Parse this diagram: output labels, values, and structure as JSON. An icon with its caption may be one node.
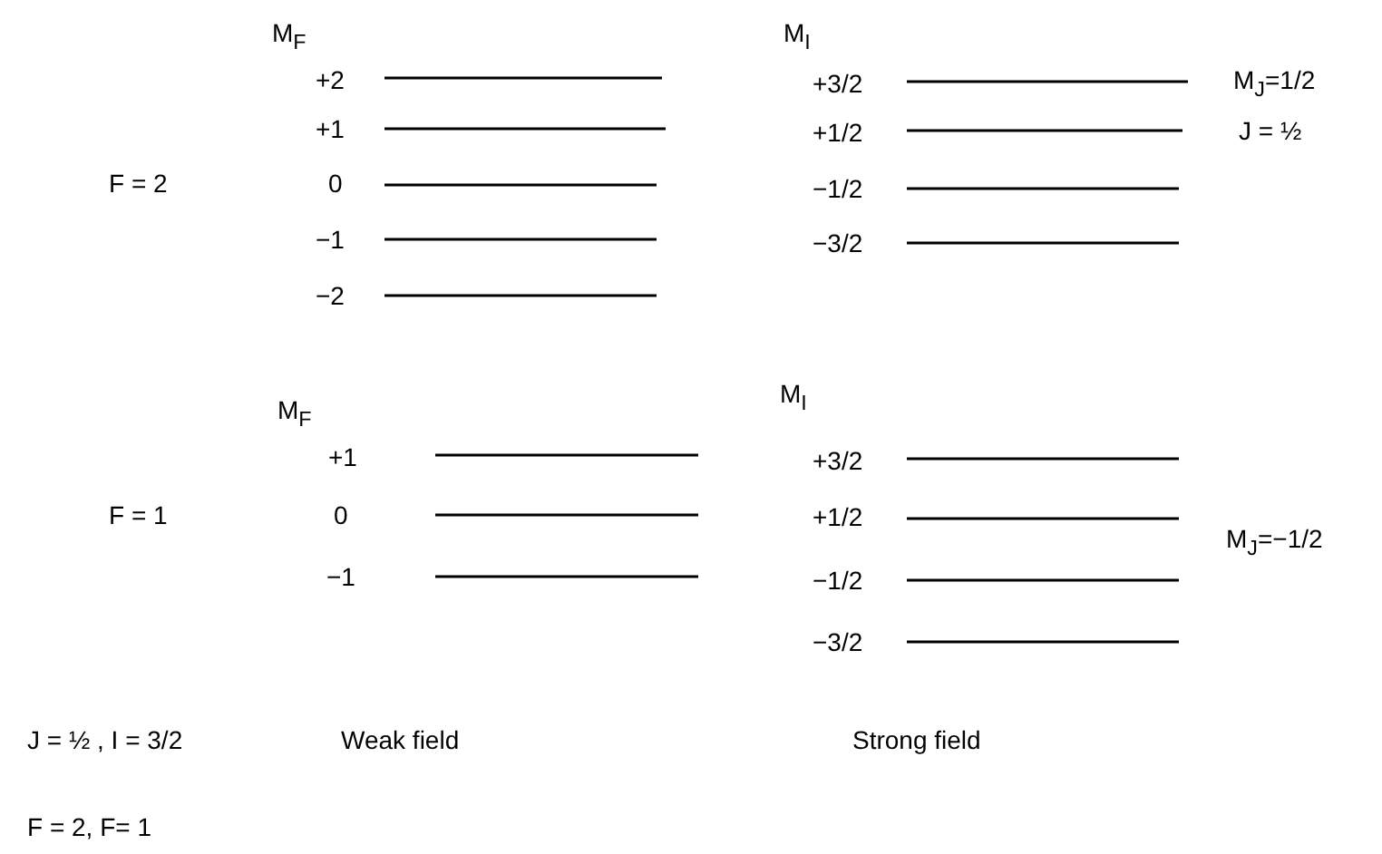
{
  "diagram": {
    "labels": [
      "M$_{F}$",
      "M$_{I}$",
      "+2",
      "+3/2",
      "M$_{J}$=1/2",
      "+1",
      "+1/2",
      "J = ½",
      "F = 2",
      "0",
      "−1/2",
      "−1",
      "−3/2",
      "−2",
      "M$_{I}$",
      "M$_{F}$",
      "+1",
      "+3/2",
      "F = 1",
      "0",
      "+1/2",
      "M$_{J}$=−1/2",
      "−1",
      "−1/2",
      "−3/2",
      "J = ½ , I = 3/2",
      "Weak field",
      "Strong field",
      "F = 2, F= 1"
    ]
  }
}
